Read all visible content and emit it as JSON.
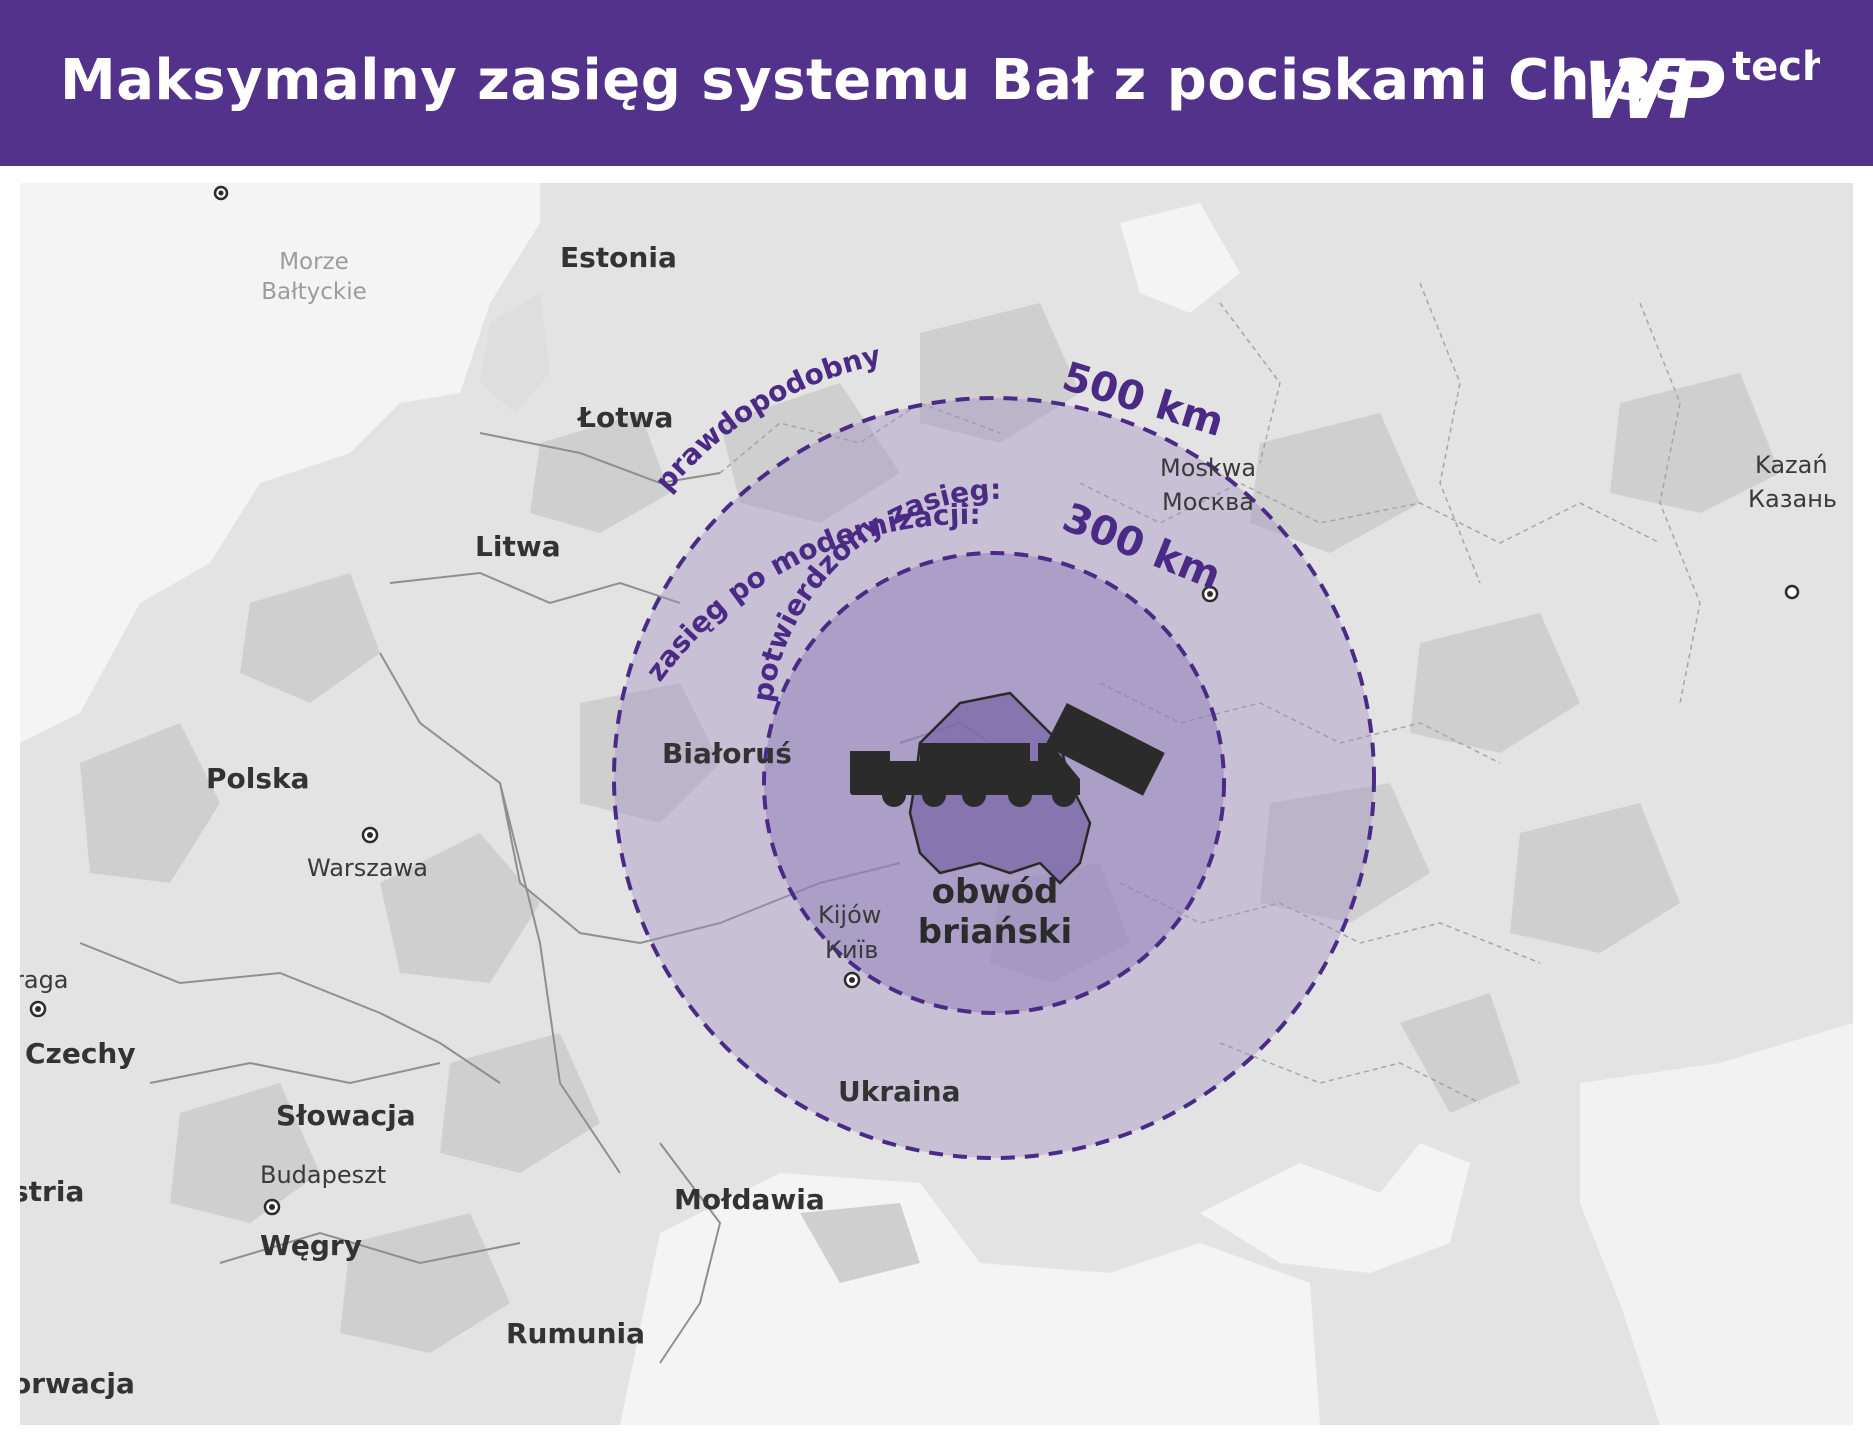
{
  "header": {
    "title": "Maksymalny zasięg systemu Bał z pociskami Ch-35",
    "logo_text": "WP",
    "logo_tech": "tech"
  },
  "colors": {
    "header_bg": "#52328a",
    "ring_stroke": "#4b2a85",
    "outer_fill": "#9f8fc4",
    "inner_fill": "#8a75b6",
    "map_land": "#e2e2e2",
    "map_water": "#f4f4f4"
  },
  "map": {
    "sea": [
      "Morze",
      "Bałtyckie"
    ],
    "countries": {
      "estonia": "Estonia",
      "lotwa": "Łotwa",
      "litwa": "Litwa",
      "bialorus": "Białoruś",
      "polska": "Polska",
      "czechy": "Czechy",
      "slowacja": "Słowacja",
      "wegry": "Węgry",
      "austria": "stria",
      "chorwacja": "orwacja",
      "moldawia": "Mołdawia",
      "rumunia": "Rumunia",
      "ukraina": "Ukraina"
    },
    "cities": {
      "warszawa": "Warszawa",
      "praga": "raga",
      "budapeszt": "Budapeszt",
      "kijow_pl": "Kijów",
      "kijow_local": "Київ",
      "moskwa_pl": "Moskwa",
      "moskwa_local": "Москва",
      "kazan_pl": "Kazań",
      "kazan_local": "Казань"
    },
    "region": [
      "obwód",
      "briański"
    ],
    "ranges": {
      "outer_label_line1": "prawdopodobny",
      "outer_label_line2": "zasięg po modernizacji:",
      "outer_value": "500 km",
      "inner_label": "potwierdzony zasięg:",
      "inner_value": "300 km"
    },
    "icons": [
      "launcher-truck-icon",
      "city-marker-icon"
    ]
  }
}
